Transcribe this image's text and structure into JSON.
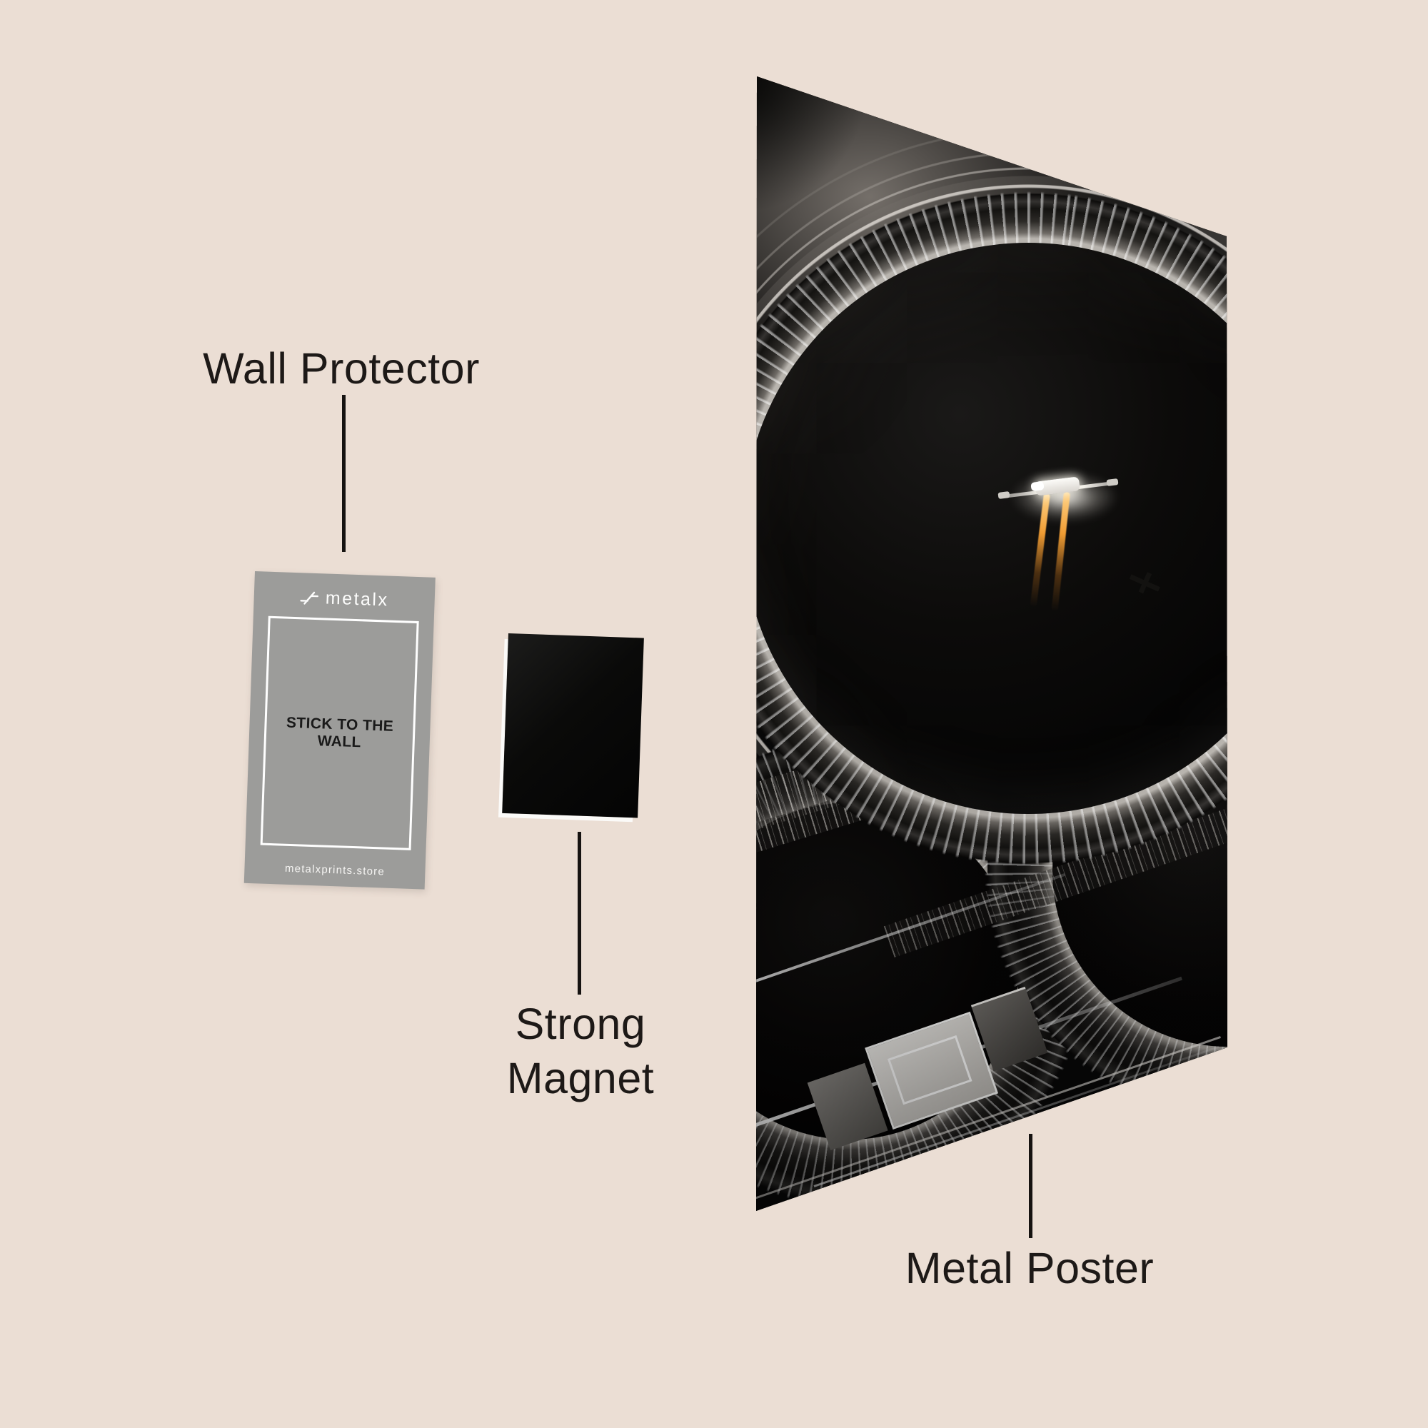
{
  "page": {
    "background_color": "#ebded4",
    "text_color": "#1d1917"
  },
  "annotations": {
    "wall_protector": {
      "label": "Wall Protector"
    },
    "strong_magnet": {
      "label": "Strong Magnet"
    },
    "metal_poster": {
      "label": "Metal Poster"
    }
  },
  "wall_protector_card": {
    "brand": "metalx",
    "brand_icon": "metalx-cross-icon",
    "center_text": "STICK TO THE WALL",
    "footer_text": "metalxprints.store",
    "card_color": "#9c9c9a",
    "frame_color": "#ffffff"
  },
  "magnet": {
    "color": "#0a0a09",
    "edge_highlight_color": "#fbfaf8"
  },
  "poster_artwork": {
    "base_color": "#080808",
    "rim_highlight_color": "#b8b4ae",
    "engine_trail_color": "#f09c33",
    "elements": [
      "circular-hull-openings",
      "spacecraft",
      "engine-trails",
      "drone-silhouette",
      "lit-deck-panels"
    ]
  }
}
